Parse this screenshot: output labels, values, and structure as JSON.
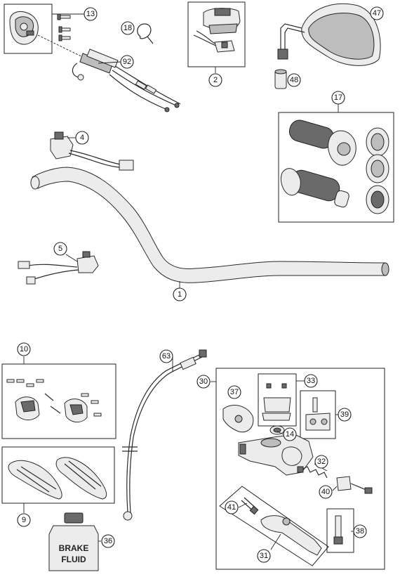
{
  "callouts": {
    "c1": "1",
    "c2": "2",
    "c4": "4",
    "c5": "5",
    "c9": "9",
    "c10": "10",
    "c13": "13",
    "c14": "14",
    "c17": "17",
    "c18": "18",
    "c30": "30",
    "c31": "31",
    "c32": "32",
    "c33": "33",
    "c36": "36",
    "c37": "37",
    "c38": "38",
    "c39": "39",
    "c40": "40",
    "c41": "41",
    "c47": "47",
    "c48": "48",
    "c63": "63",
    "c92": "92"
  },
  "bottle_label": {
    "line1": "BRAKE",
    "line2": "FLUID"
  }
}
